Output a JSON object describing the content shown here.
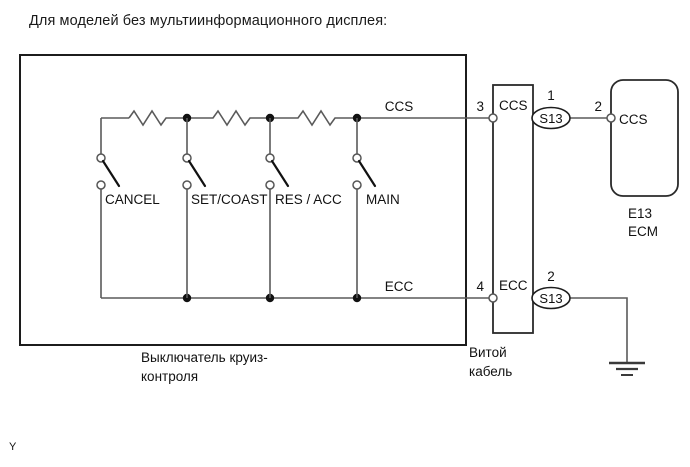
{
  "page": {
    "title": "Для моделей без мультиинформационного дисплея:",
    "corner_mark": "Y"
  },
  "diagram": {
    "type": "wiring-schematic",
    "switch_unit": {
      "caption_line1": "Выключатель круиз-",
      "caption_line2": "контроля",
      "switches": [
        {
          "label": "CANCEL"
        },
        {
          "label": "SET/COAST"
        },
        {
          "label": "RES / ACC"
        },
        {
          "label": "MAIN"
        }
      ],
      "resistor_count": 3,
      "signal_top": "CCS",
      "signal_bottom": "ECC"
    },
    "spiral_cable": {
      "caption_line1": "Витой",
      "caption_line2": "кабель",
      "terminals": [
        {
          "pin": "3",
          "name": "CCS"
        },
        {
          "pin": "4",
          "name": "ECC"
        }
      ]
    },
    "junction_connectors": [
      {
        "id": "S13",
        "pin": "1"
      },
      {
        "id": "S13",
        "pin": "2"
      }
    ],
    "ecm": {
      "code": "E13",
      "name": "ECM",
      "pin": "2",
      "terminal": "CCS"
    },
    "ground": {
      "symbol": "chassis-ground"
    },
    "colors": {
      "wire": "#5a5a5a",
      "outline": "#1c1c1c",
      "text": "#111111",
      "background": "#ffffff"
    }
  }
}
